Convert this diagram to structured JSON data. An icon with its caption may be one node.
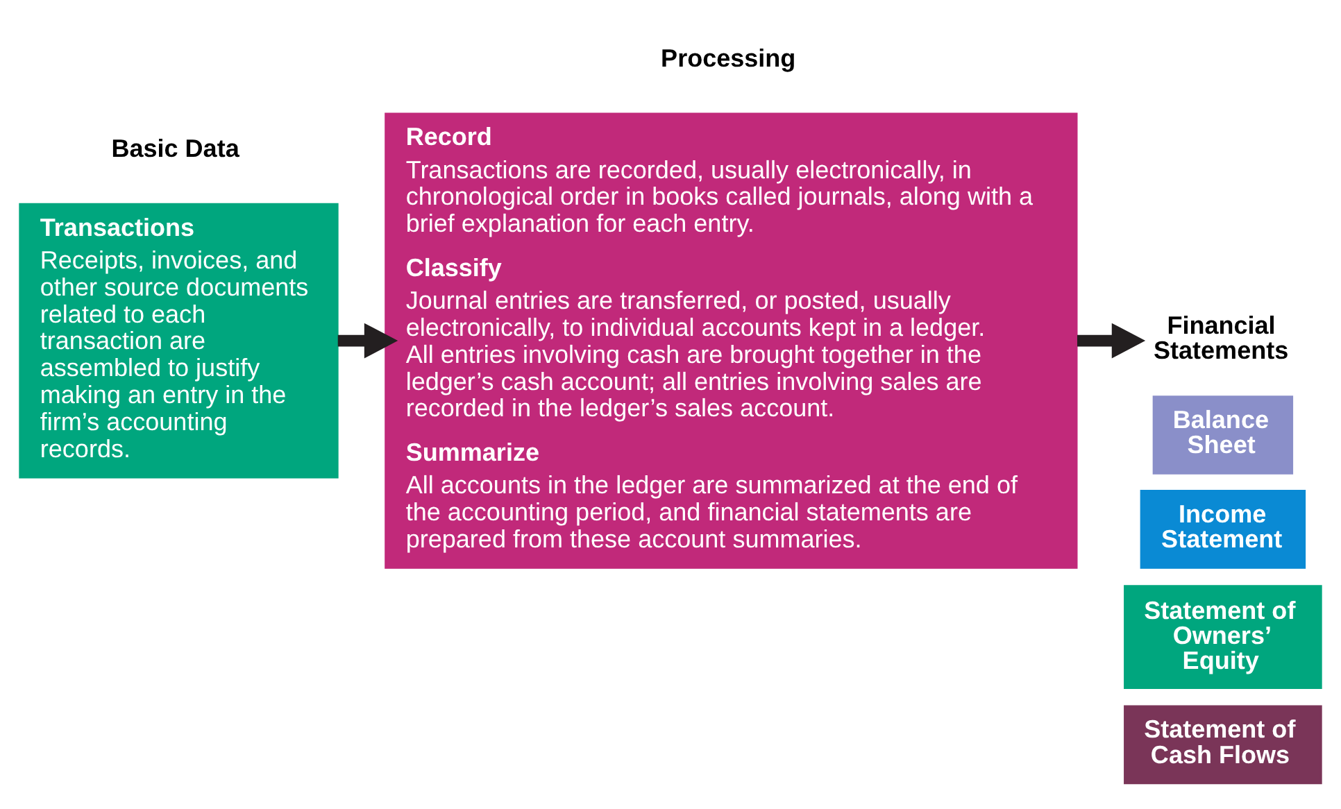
{
  "diagram": {
    "nodes": [
      {
        "text": [
          "Transactions",
          "Receipts, invoices, and other source documents related to each transaction are assembled to justify making an entry in the firm’s accounting records."
        ]
      },
      {
        "text": [
          "Record",
          "Transactions are recorded, usually electronically, in chronological order in books called journals, along with a brief explanation for each entry.",
          "Classify",
          "Journal entries are transferred, or posted, usually electronically, to individual accounts kept in a ledger. All entries involving cash are brought together in the ledger’s cash account; all entries involving sales are recorded in the ledger’s sales account.",
          "Summarize",
          "All accounts in the ledger are summarized at the end of the accounting period, and financial statements are prepared from these account summaries."
        ]
      },
      {
        "text": [
          "Financial Statements"
        ]
      },
      {
        "text": [
          "Balance Sheet"
        ]
      },
      {
        "text": [
          "Income Statement"
        ]
      },
      {
        "text": [
          "Statement of Owners’ Equity"
        ]
      },
      {
        "text": [
          "Statement of Cash Flows"
        ]
      }
    ],
    "edges": [
      {
        "from": 0,
        "to": 1,
        "arrow": "to"
      },
      {
        "from": 1,
        "to": 2,
        "arrow": "to"
      }
    ],
    "labels": [
      "Basic Data",
      "Processing"
    ]
  }
}
